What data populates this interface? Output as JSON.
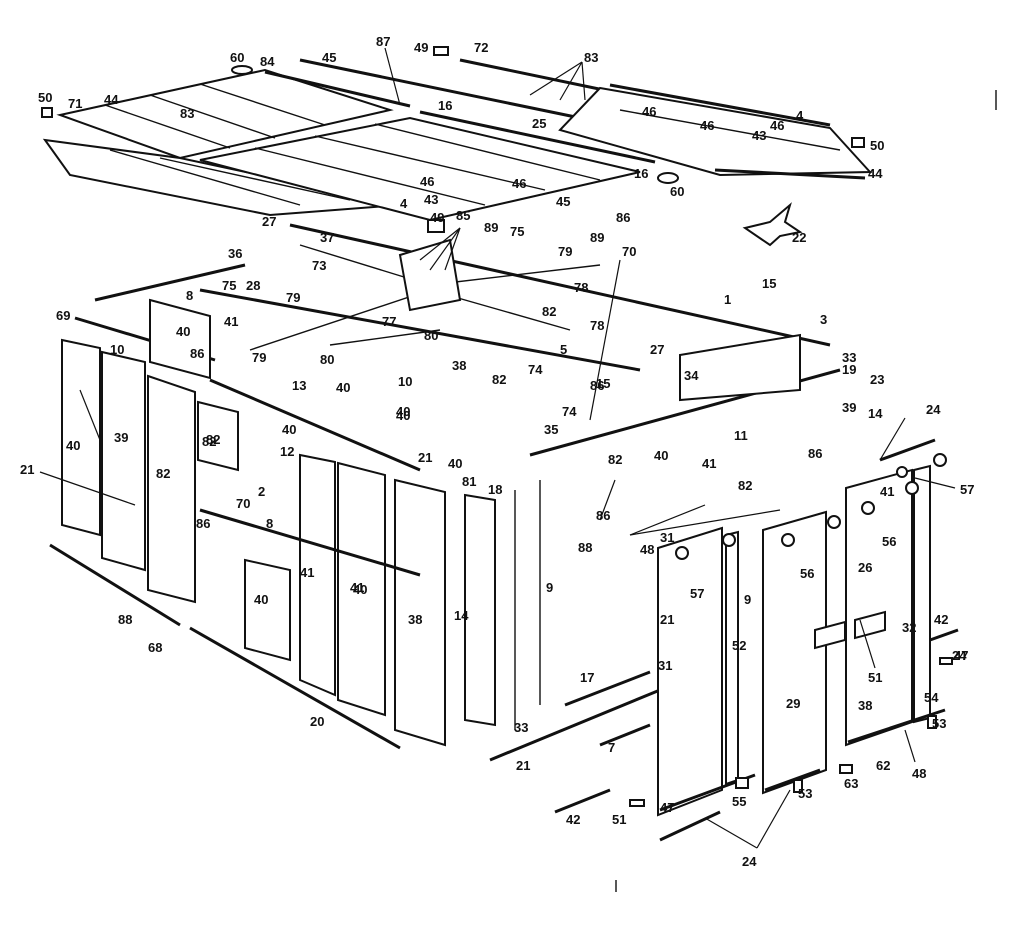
{
  "callouts": [
    "50",
    "71",
    "44",
    "83",
    "60",
    "84",
    "45",
    "87",
    "49",
    "72",
    "83",
    "16",
    "46",
    "25",
    "46",
    "46",
    "4",
    "43",
    "50",
    "44",
    "16",
    "60",
    "46",
    "46",
    "43",
    "4",
    "45",
    "27",
    "37",
    "36",
    "85",
    "49",
    "89",
    "75",
    "79",
    "89",
    "70",
    "86",
    "22",
    "8",
    "73",
    "28",
    "79",
    "75",
    "1",
    "3",
    "15",
    "69",
    "40",
    "41",
    "78",
    "79",
    "80",
    "77",
    "82",
    "78",
    "10",
    "40",
    "86",
    "80",
    "38",
    "82",
    "5",
    "74",
    "27",
    "34",
    "33",
    "19",
    "23",
    "74",
    "13",
    "40",
    "10",
    "40",
    "86",
    "39",
    "14",
    "24",
    "82",
    "12",
    "40",
    "35",
    "82",
    "40",
    "41",
    "11",
    "82",
    "40",
    "39",
    "82",
    "82",
    "21",
    "40",
    "81",
    "18",
    "15",
    "86",
    "41",
    "57",
    "21",
    "70",
    "8",
    "86",
    "2",
    "48",
    "56",
    "56",
    "41",
    "40",
    "86",
    "41",
    "40",
    "88",
    "68",
    "20",
    "88",
    "9",
    "14",
    "57",
    "9",
    "38",
    "31",
    "26",
    "32",
    "42",
    "33",
    "21",
    "52",
    "51",
    "47",
    "17",
    "21",
    "7",
    "29",
    "38",
    "54",
    "53",
    "24",
    "53",
    "62",
    "48",
    "63",
    "55",
    "31",
    "42",
    "51",
    "47",
    "24"
  ]
}
